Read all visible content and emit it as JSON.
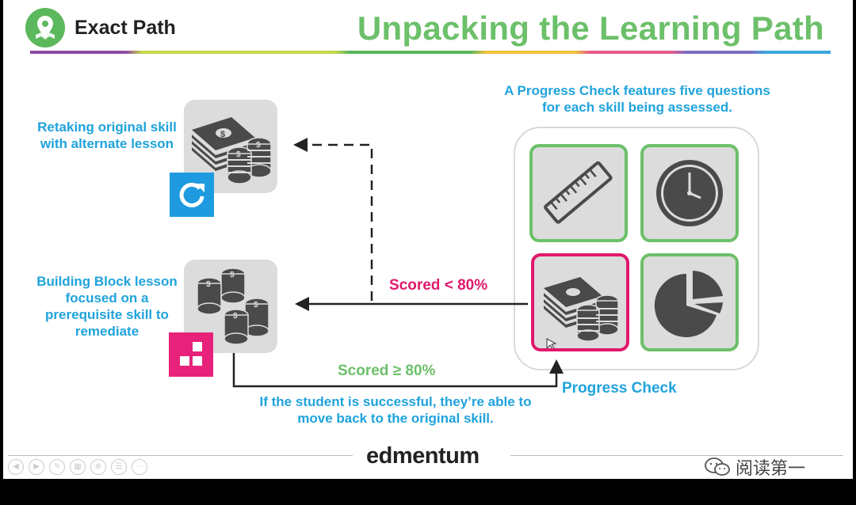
{
  "header": {
    "brand_name": "Exact Path",
    "title": "Unpacking the Learning Path"
  },
  "left": {
    "retake_text": "Retaking original skill with alternate lesson",
    "building_text": "Building Block lesson focused on a prerequisite skill to remediate"
  },
  "progress_check": {
    "note": "A Progress Check features five questions for each skill being assessed.",
    "label": "Progress Check",
    "tiles": [
      "ruler-icon",
      "clock-icon",
      "money-icon",
      "pie-chart-icon"
    ]
  },
  "arrows": {
    "scored_below": "Scored < 80%",
    "scored_above": "Scored ≥ 80%",
    "success_text": "If the student is successful, they’re able to move back to the original skill."
  },
  "footer": {
    "brand": "edmentum",
    "watermark": "阅读第一",
    "controls": [
      "prev",
      "next",
      "pen",
      "slides",
      "zoom",
      "menu",
      "more"
    ]
  },
  "colors": {
    "title_green": "#6cc06a",
    "text_cyan": "#1fa3dc",
    "pink": "#e0196c",
    "blue_badge": "#1e9be0"
  }
}
